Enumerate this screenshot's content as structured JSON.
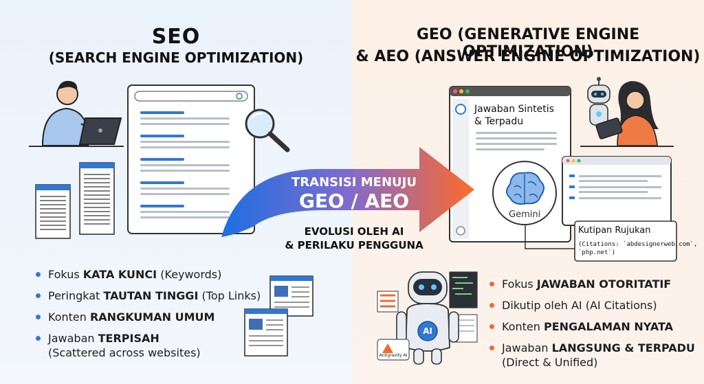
{
  "left": {
    "title": "SEO",
    "subtitle_prefix": "(S",
    "subtitle_small1": "EARCH",
    "subtitle_e": " E",
    "subtitle_small2": "NGINE",
    "subtitle_o": " O",
    "subtitle_small3": "PTIMIZATION",
    "subtitle_suffix": ")",
    "subtitle_full": "(SEARCH ENGINE OPTIMIZATION)",
    "bullets": [
      {
        "pre": "Fokus ",
        "bold": "KATA KUNCI",
        "post": " (Keywords)"
      },
      {
        "pre": "Peringkat ",
        "bold": "TAUTAN TINGGI",
        "post": " (Top Links)"
      },
      {
        "pre": "Konten ",
        "bold": "RANGKUMAN UMUM",
        "post": ""
      },
      {
        "pre": "Jawaban ",
        "bold": "TERPISAH",
        "post": "",
        "line2": "(Scattered across websites)"
      }
    ]
  },
  "center": {
    "arrow_line1": "TRANSISI MENUJU",
    "arrow_line2": "GEO / AEO",
    "sub_line1": "EVOLUSI OLEH AI",
    "sub_line2": "& PERILAKU PENGGUNA"
  },
  "right": {
    "geo_title": "GEO (GENERATIVE ENGINE OPTIMIZATION)",
    "aeo_title": "& AEO (ANSWER ENGINE OPTIMIZATION)",
    "answer_box_line1": "Jawaban Sintetis",
    "answer_box_line2": "& Terpadu",
    "gemini_label": "Gemini",
    "citation_title": "Kutipan Rujukan",
    "citation_line1": "(Citations: `abdesignerweb.com`,",
    "citation_line2": "`php.net`)",
    "robot_label": "AI",
    "antigravity_label": "Antigravity AI",
    "bullets": [
      {
        "pre": "Fokus ",
        "bold": "JAWABAN OTORITATIF",
        "post": ""
      },
      {
        "pre": "Dikutip oleh AI (AI Citations)",
        "bold": "",
        "post": ""
      },
      {
        "pre": "Konten ",
        "bold": "PENGALAMAN NYATA",
        "post": ""
      },
      {
        "pre": "Jawaban ",
        "bold": "LANGSUNG & TERPADU",
        "post": "",
        "line2": "(Direct & Unified)"
      }
    ]
  },
  "colors": {
    "seo_blue": "#2f78d6",
    "geo_orange": "#f06a2c",
    "left_bg": "#eaf2fb",
    "right_bg": "#fdf0e6"
  }
}
